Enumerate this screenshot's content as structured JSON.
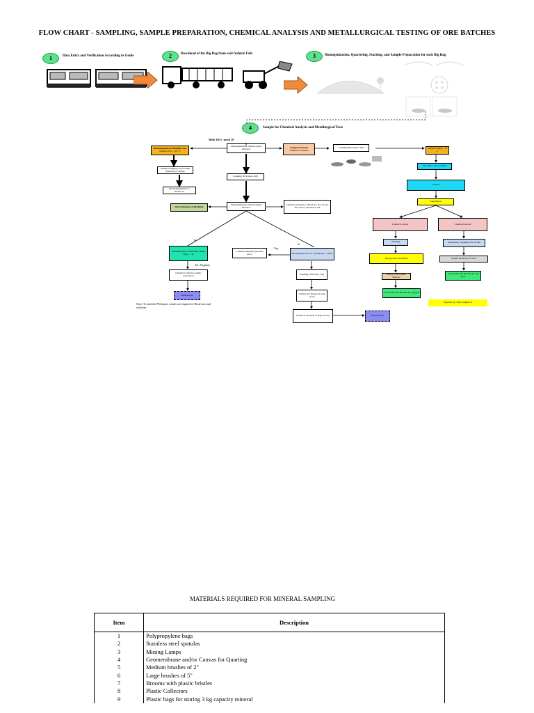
{
  "title": "FLOW CHART - SAMPLING, SAMPLE PREPARATION, CHEMICAL ANALYSIS AND METALLURGICAL TESTING OF ORE BATCHES",
  "steps": [
    {
      "num": "1",
      "label": "Data Entry and Verification According to Guide"
    },
    {
      "num": "2",
      "label": "Download of the Big Bag from each Vehicle Unit"
    },
    {
      "num": "3",
      "label": "Homogenization, Quartering, Stacking, and Sample Preparation for each Big Bag."
    },
    {
      "num": "4",
      "label": "Sample for Chemical Analysis and Metallurgical Tests"
    }
  ],
  "flow": {
    "top_left_note": "Mesh 10(% -mesh 10",
    "humidity": "Determination of Humidity Ore",
    "humidity_sub": "Dried in 105 - 110 °C",
    "weigh_dry": "Sample Weighing and Sodium Humidity in sample",
    "return_mineral": "Returning Mineral to Reservoir",
    "homog1": "Homogenization, Quartering & Division",
    "grinding": "Grinding 90% mesh -200",
    "sample_chem": "Sample Chemical",
    "sample_chem_sub": "Samples Leachable",
    "alkalinity": "Determination of Alkalinity",
    "homog2": "Homogenization, Quartering & Division",
    "chem_head": "Chemical Analysis of Head Au, Ag, Cu, Zn Fire Assay, Newmont, AA",
    "solubility": "Determination of Solubility (Flash Test) - 1 hr",
    "sol_chem": "Chemical Analysis Atomic Absorption",
    "final_report": "Final Report",
    "note_text": "Note: To send the PM report, results are required of Head Law and solutions",
    "chem_aa": "Chemical Analysis (Atomic Abs.)",
    "metallurgical": "Metallurgical tests of Cyanidation - 48 hrs",
    "washing_debris": "Washing of Debris (1 hr)",
    "cutting_drying": "Cutting and Drying of pulp (1 hr)",
    "chem_bags": "Chemical Analysis of Bags Au/Ag",
    "report_final": "Report Final",
    "sample_s": "Sample Sample - 50 g",
    "add_flux": "Add 100 to 140 g of Flux",
    "fusion": "Fusion",
    "cupellation": "Cupellation",
    "chemical_attack_l": "Chemical Attack",
    "chemical_attack_r": "Chemical Attack",
    "washing": "Washing",
    "sedimentary": "Sedimentary Sediment for 30 min",
    "drying_cal": "Drying and Calcination",
    "sample_reading": "Sample Reading in F.A.A.",
    "heavy_gold": "Heavy with Golden Buttons",
    "calc_l": "Calculation and Results Au, Ag (g/t)",
    "calc_r": "Calculation and Results Au, Ag (g/t)",
    "prepared_by": "Prepared by: Eliet Luquiño P.",
    "label_m": "m",
    "label_m2": "m",
    "label_1kg": "1 kg",
    "label_sol": "Sol. Pregnant"
  },
  "materials_title": "MATERIALS REQUIRED FOR MINERAL SAMPLING",
  "materials_headers": {
    "item": "Item",
    "description": "Description"
  },
  "materials": [
    {
      "item": "1",
      "desc": "Polypropylene bags"
    },
    {
      "item": "2",
      "desc": "Stainless steel spatulas"
    },
    {
      "item": "3",
      "desc": "Mining Lamps"
    },
    {
      "item": "4",
      "desc": "Geomembrane and/or Canvas for Quarting"
    },
    {
      "item": "5",
      "desc": "Medium brushes of 2\""
    },
    {
      "item": "6",
      "desc": "Large brushes of 5\""
    },
    {
      "item": "7",
      "desc": "Brooms with plastic bristles"
    },
    {
      "item": "8",
      "desc": "Plastic Collectors"
    },
    {
      "item": "9",
      "desc": "Plastic bags for storing 3 kg capacity mineral"
    }
  ],
  "colors": {
    "step_circle": "#5fe08d",
    "arrow_orange": "#f08a3a",
    "gold": "#f5b21e",
    "cyan": "#1fd8f4",
    "yellow": "#ffff00"
  }
}
